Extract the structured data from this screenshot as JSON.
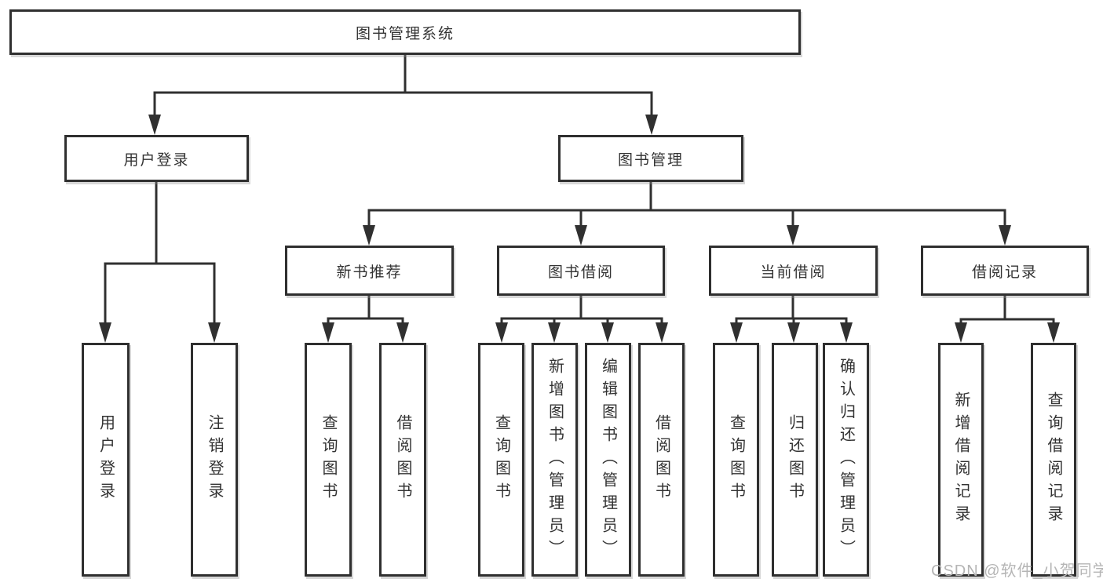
{
  "diagram_title": "图书管理系统",
  "nodes": {
    "root": {
      "label": "图书管理系统"
    },
    "user_login": {
      "label": "用户登录"
    },
    "book_mgmt": {
      "label": "图书管理"
    },
    "new_book_rec": {
      "label": "新书推荐"
    },
    "book_borrow": {
      "label": "图书借阅"
    },
    "current_borrow": {
      "label": "当前借阅"
    },
    "borrow_records": {
      "label": "借阅记录"
    },
    "leaf_user_login": {
      "label": "用户登录"
    },
    "leaf_logout": {
      "label": "注销登录"
    },
    "leaf_query_book_1": {
      "label": "查询图书"
    },
    "leaf_borrow_book_1": {
      "label": "借阅图书"
    },
    "leaf_query_book_2": {
      "label": "查询图书"
    },
    "leaf_add_book_admin": {
      "label": "新增图书（管理员）"
    },
    "leaf_edit_book_admin": {
      "label": "编辑图书（管理员）"
    },
    "leaf_borrow_book_2": {
      "label": "借阅图书"
    },
    "leaf_query_book_3": {
      "label": "查询图书"
    },
    "leaf_return_book": {
      "label": "归还图书"
    },
    "leaf_confirm_return_admin": {
      "label": "确认归还（管理员）"
    },
    "leaf_add_borrow_record": {
      "label": "新增借阅记录"
    },
    "leaf_query_borrow_record": {
      "label": "查询借阅记录"
    }
  },
  "hierarchy": {
    "图书管理系统": {
      "用户登录": [
        "用户登录",
        "注销登录"
      ],
      "图书管理": {
        "新书推荐": [
          "查询图书",
          "借阅图书"
        ],
        "图书借阅": [
          "查询图书",
          "新增图书（管理员）",
          "编辑图书（管理员）",
          "借阅图书"
        ],
        "当前借阅": [
          "查询图书",
          "归还图书",
          "确认归还（管理员）"
        ],
        "借阅记录": [
          "新增借阅记录",
          "查询借阅记录"
        ]
      }
    }
  },
  "watermark": "CSDN @软件_小贺同学",
  "colors": {
    "line": "#303030",
    "box_border": "#2f2f2f",
    "box_fill": "#ffffff",
    "text": "#333333",
    "watermark": "#b5b5b5",
    "background": "#ffffff"
  }
}
